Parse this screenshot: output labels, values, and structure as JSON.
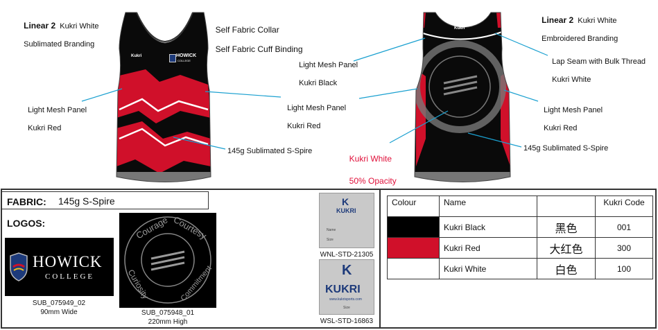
{
  "annotations": {
    "front_branding_title": "Linear 2",
    "front_branding_line1": "Kukri White",
    "front_branding_line2": "Sublimated Branding",
    "collar_line1": "Self Fabric Collar",
    "collar_line2": "Self Fabric Cuff Binding",
    "front_mesh_left_line1": "Light Mesh Panel",
    "front_mesh_left_line2": "Kukri Red",
    "center_mesh_line1": "Light Mesh Panel",
    "center_mesh_line2": "Kukri Red",
    "front_fabric": "145g Sublimated S-Spire",
    "back_mesh_black_line1": "Light Mesh Panel",
    "back_mesh_black_line2": "Kukri Black",
    "back_branding_title": "Linear 2",
    "back_branding_line1": "Kukri White",
    "back_branding_line2": "Embroidered Branding",
    "lap_seam_line1": "Lap Seam with Bulk Thread",
    "lap_seam_line2": "Kukri White",
    "back_mesh_right_line1": "Light Mesh Panel",
    "back_mesh_right_line2": "Kukri Red",
    "opacity_line1": "Kukri White",
    "opacity_line2": "50% Opacity",
    "back_fabric": "145g Sublimated S-Spire"
  },
  "front_garment": {
    "kukri_logo": "Kukri",
    "school_name": "HOWICK",
    "school_sub": "COLLEGE"
  },
  "back_garment": {
    "kukri_logo": "Kukri"
  },
  "fabric": {
    "label": "FABRIC:",
    "value": "145g S-Spire"
  },
  "logos": {
    "label": "LOGOS:",
    "howick_name": "HOWICK",
    "howick_sub": "COLLEGE",
    "howick_code": "SUB_075949_02",
    "howick_size": "90mm Wide",
    "crest_code": "SUB_075948_01",
    "crest_size": "220mm High",
    "crest_words": [
      "Courage",
      "Courtesy",
      "Commitment",
      "Curiosity"
    ]
  },
  "tags": {
    "tag1_brand": "KUKRI",
    "tag1_name_label": "Name",
    "tag1_size_label": "Size",
    "tag1_code": "WNL-STD-21305",
    "tag2_brand": "KUKRI",
    "tag2_url": "www.kukrisports.com",
    "tag2_size_label": "Size",
    "tag2_code": "WSL-STD-16863"
  },
  "colour_table": {
    "headers": [
      "Colour",
      "Name",
      "",
      "Kukri Code"
    ],
    "rows": [
      {
        "swatch": "#000000",
        "name": "Kukri Black",
        "cn": "黑色",
        "code": "001"
      },
      {
        "swatch": "#d0102a",
        "name": "Kukri Red",
        "cn": "大红色",
        "code": "300"
      },
      {
        "swatch": "#ffffff",
        "name": "Kukri White",
        "cn": "白色",
        "code": "100"
      }
    ]
  },
  "colors": {
    "annotation_line": "#1aa0d0",
    "accent_red": "#d0102a",
    "opacity_text": "#e0103a"
  }
}
